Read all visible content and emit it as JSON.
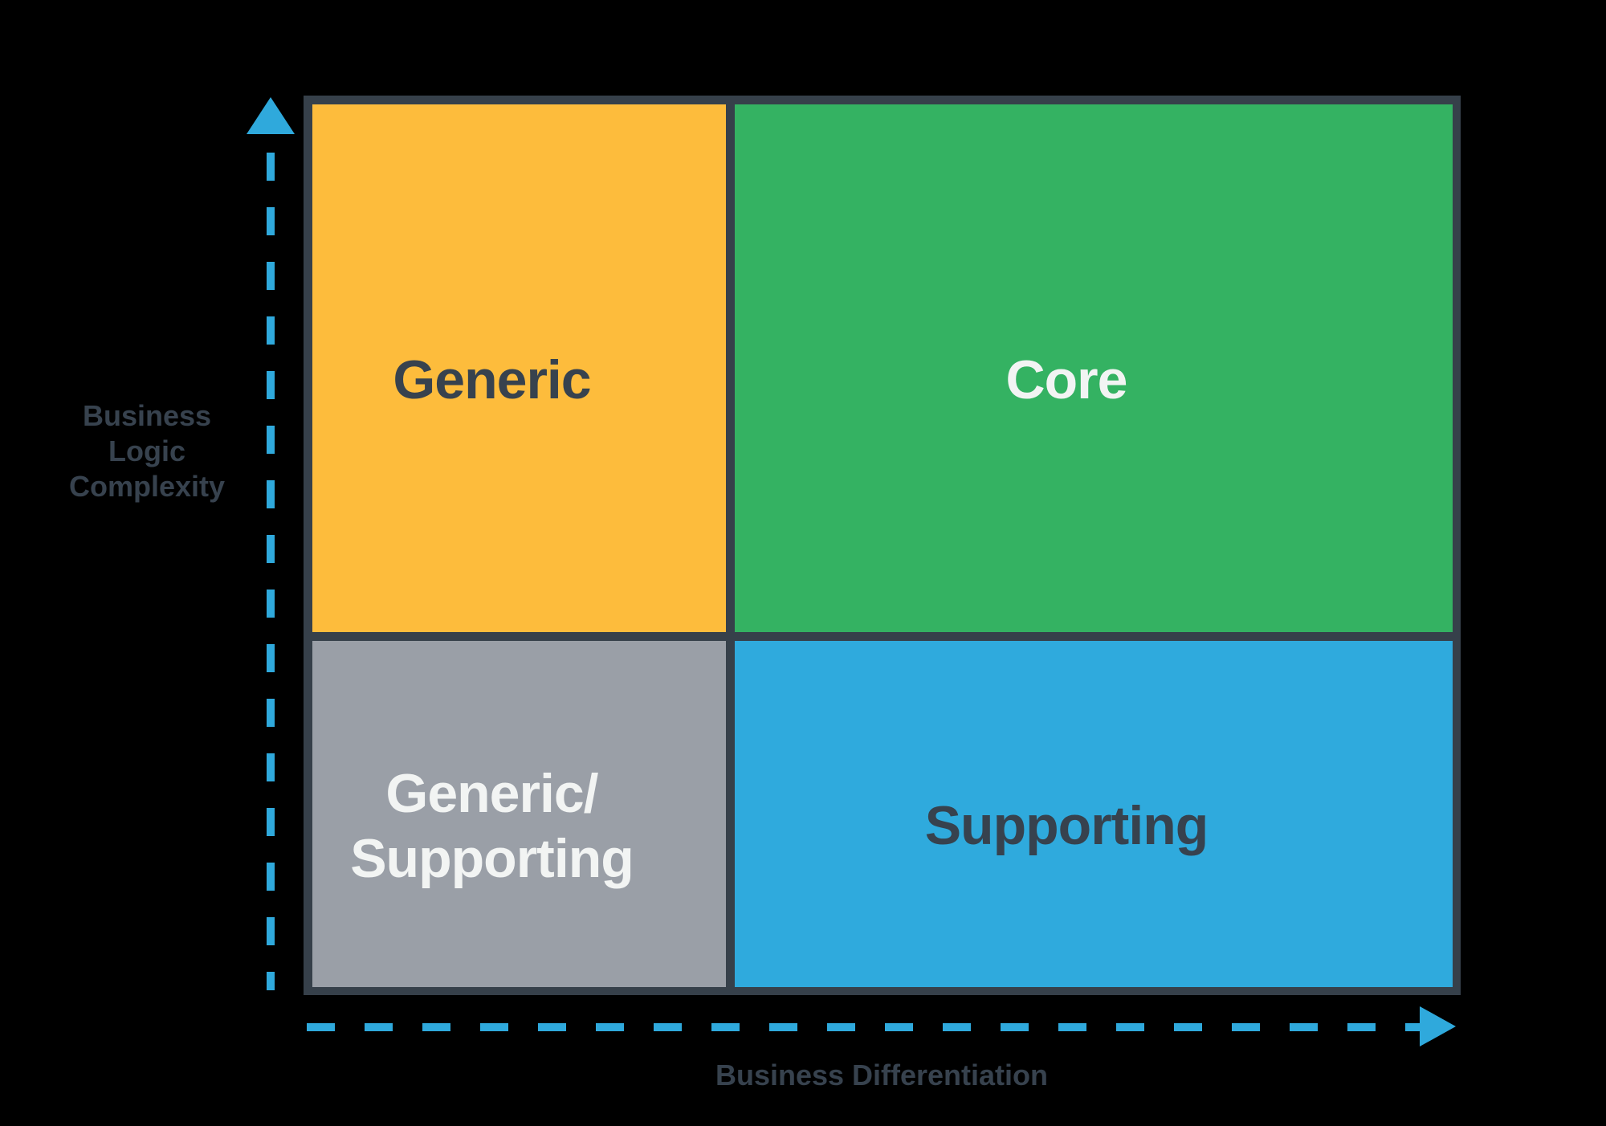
{
  "diagram": {
    "type": "quadrant-matrix",
    "description": "2x2 matrix of business logic complexity vs business differentiation"
  },
  "colors": {
    "background": "#000000",
    "frame": "#36404A",
    "axis": "#2FA9DC",
    "text-dark": "#37424E",
    "text-light": "#F2F4F3"
  },
  "axes": {
    "y": {
      "label_lines": [
        "Business",
        "Logic",
        "Complexity"
      ],
      "arrow_direction": "up",
      "style": "dashed"
    },
    "x": {
      "label": "Business Differentiation",
      "arrow_direction": "right",
      "style": "dashed"
    }
  },
  "quadrants": [
    {
      "id": "generic",
      "label": "Generic",
      "position": "top-left",
      "color": "#FDBC3C",
      "text_color": "#37424E"
    },
    {
      "id": "core",
      "label": "Core",
      "position": "top-right",
      "color": "#34B262",
      "text_color": "#F2F4F3"
    },
    {
      "id": "generic-supporting",
      "label_lines": [
        "Generic/",
        "Supporting"
      ],
      "position": "bottom-left",
      "color": "#9A9FA7",
      "text_color": "#F2F4F3"
    },
    {
      "id": "supporting",
      "label": "Supporting",
      "position": "bottom-right",
      "color": "#2FAADD",
      "text_color": "#37424E"
    }
  ]
}
